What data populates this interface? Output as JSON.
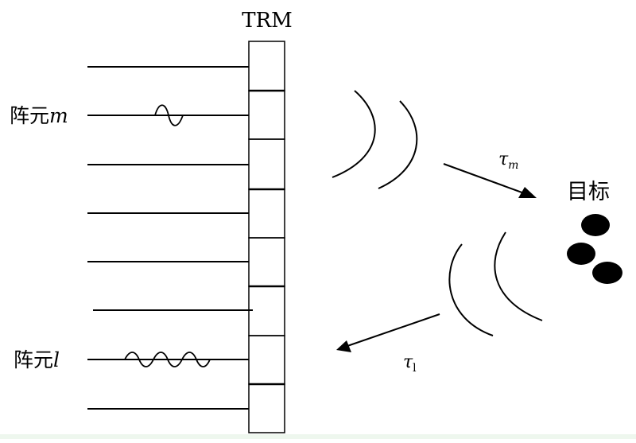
{
  "diagram": {
    "title": "TRM",
    "target_label": "目标",
    "element_m": {
      "prefix": "阵元",
      "index": "m"
    },
    "element_l": {
      "prefix": "阵元",
      "index": "l"
    },
    "delay_m": {
      "symbol": "τ",
      "sub": "m"
    },
    "delay_l": {
      "symbol": "τ",
      "sub": "l"
    }
  }
}
